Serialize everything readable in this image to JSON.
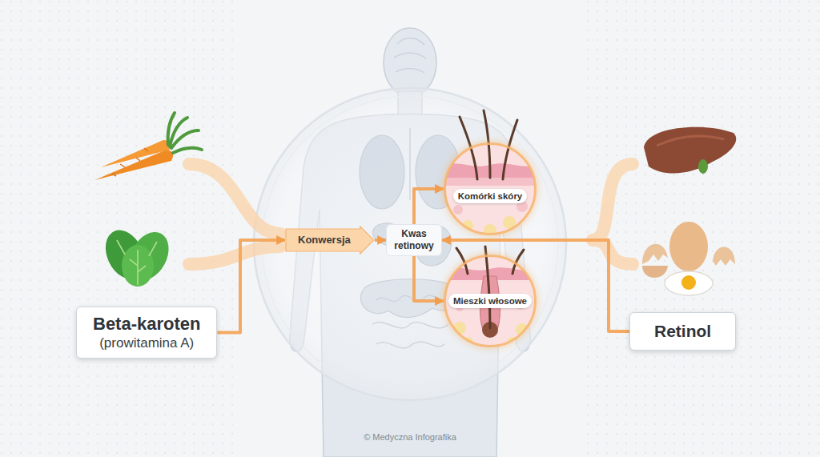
{
  "diagram": {
    "nodes": [
      {
        "text": [
          "Beta-karoten",
          "(prowitamina A)"
        ]
      },
      {
        "text": [
          "Konwersja"
        ]
      },
      {
        "text": [
          "Kwas retinowy"
        ]
      },
      {
        "text": [
          "Komórki skóry"
        ]
      },
      {
        "text": [
          "Mieszki włosowe"
        ]
      },
      {
        "text": [
          "Retinol"
        ]
      }
    ],
    "edges": [
      {
        "from": 0,
        "to": 1,
        "arrow": "to"
      },
      {
        "from": 1,
        "to": 2,
        "arrow": "to"
      },
      {
        "from": 2,
        "to": 3,
        "arrow": "to"
      },
      {
        "from": 2,
        "to": 4,
        "arrow": "to"
      },
      {
        "from": 5,
        "to": 2,
        "arrow": "to"
      }
    ],
    "labels": [
      "© Medyczna Infografika"
    ]
  }
}
